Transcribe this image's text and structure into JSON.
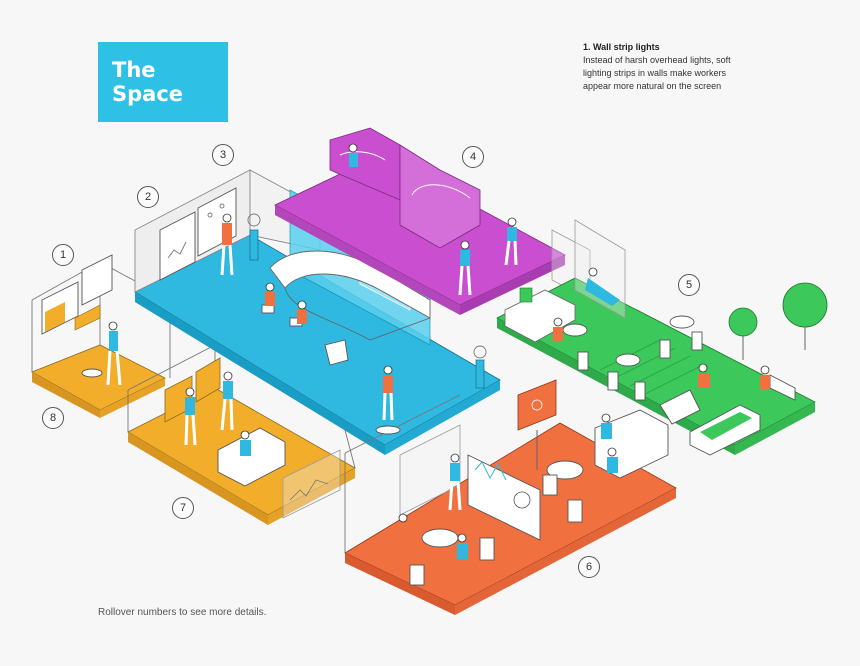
{
  "header": {
    "title_line1": "The",
    "title_line2": "Space",
    "title_color": "#2fc0e6"
  },
  "info_panel": {
    "title": "1. Wall strip lights",
    "body": "Instead of harsh overhead lights, soft lighting strips in walls make workers appear more natural on the screen"
  },
  "footnote": "Rollover numbers to see more details.",
  "markers": [
    {
      "label": "1"
    },
    {
      "label": "2"
    },
    {
      "label": "3"
    },
    {
      "label": "4"
    },
    {
      "label": "5"
    },
    {
      "label": "6"
    },
    {
      "label": "7"
    },
    {
      "label": "8"
    }
  ],
  "zone_colors": {
    "blue": "#2fb8e0",
    "magenta": "#c94fd0",
    "green": "#3cc85a",
    "orange": "#f07040",
    "yellow": "#f2ae2a"
  },
  "icons": [
    "person-icon",
    "plant-icon",
    "table-icon",
    "chair-icon",
    "screen-icon",
    "lamp-icon",
    "tree-icon",
    "sofa-icon"
  ]
}
